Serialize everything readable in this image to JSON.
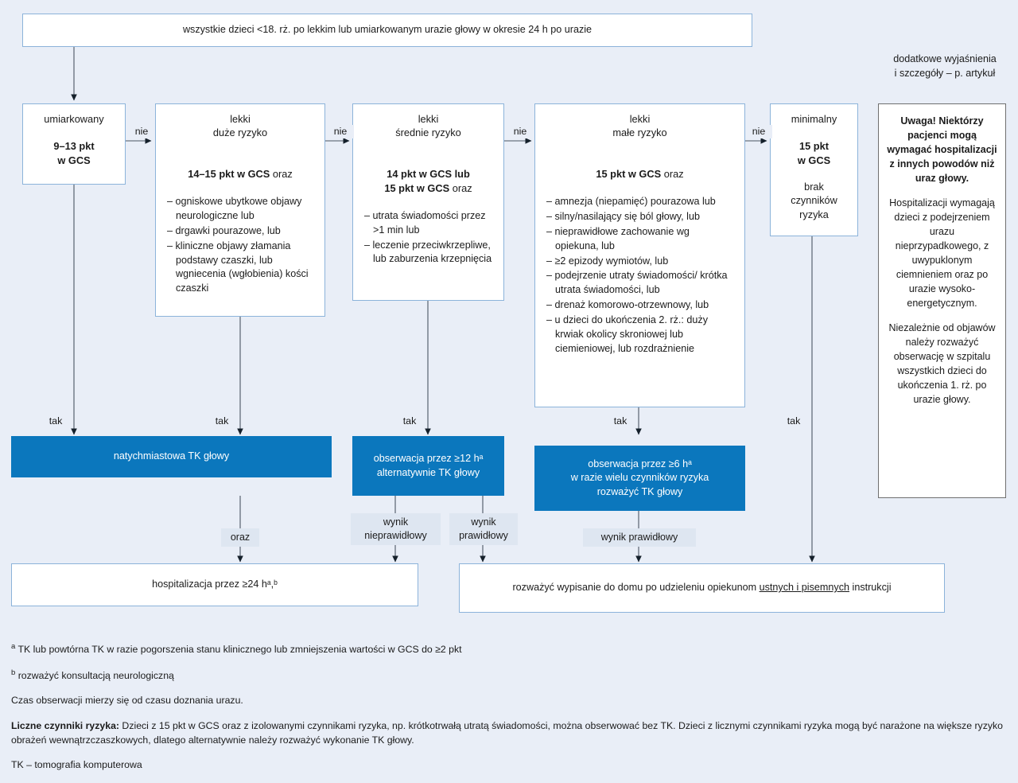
{
  "top": {
    "entry_box": "wszystkie dzieci <18. rż. po lekkim lub umiarkowanym urazie głowy w okresie 24 h po urazie",
    "side_note": "dodatkowe wyjaśnienia\ni szczegóły – p. artykuł"
  },
  "colors": {
    "accent_blue": "#0b77bd",
    "background": "#e9eef7",
    "box_border": "#8cb3da",
    "chip_background": "#dee6f1",
    "note_border": "#6f6f6f"
  },
  "severity": [
    {
      "id": "umiarkowany",
      "header": "umiarkowany",
      "criteria": "9–13 pkt\nw GCS",
      "criteria_light": "",
      "bullets": []
    },
    {
      "id": "lekki-duze-ryzyko",
      "header": "lekki\nduże ryzyko",
      "criteria": "14–15 pkt w GCS ",
      "criteria_light": "oraz",
      "bullets": [
        "– ogniskowe ubytkowe objawy neurologiczne lub",
        "– drgawki pourazowe, lub",
        "– kliniczne objawy złamania podstawy czaszki, lub wgniecenia (wgłobienia) kości czaszki"
      ]
    },
    {
      "id": "lekki-srednie-ryzyko",
      "header": "lekki\nśrednie ryzyko",
      "criteria": "14 pkt w GCS lub\n15 pkt w GCS ",
      "criteria_light": "oraz",
      "bullets": [
        "– utrata świadomości przez >1 min lub",
        "– leczenie przeciw­krzepliwe, lub zaburzenia krzepnięcia"
      ]
    },
    {
      "id": "lekki-male-ryzyko",
      "header": "lekki\nmałe ryzyko",
      "criteria": "15 pkt w GCS ",
      "criteria_light": "oraz",
      "bullets": [
        "– amnezja (niepamięć) pourazowa lub",
        "– silny/nasilający się ból głowy, lub",
        "– nieprawidłowe zachowanie wg opiekuna, lub",
        "– ≥2 epizody wymiotów, lub",
        "– podejrzenie utraty świadomości/ krótka utrata świadomości, lub",
        "– drenaż komorowo-otrzewnowy, lub",
        "– u dzieci do ukończenia 2. rż.: duży krwiak okolicy skroniowej lub ciemieniowej, lub rozdrażnienie"
      ]
    },
    {
      "id": "minimalny",
      "header": "minimalny",
      "criteria": "15 pkt\nw GCS",
      "criteria_light": "",
      "plain": "brak\nczynników\nryzyka",
      "bullets": []
    }
  ],
  "warning_box": {
    "bold_part": "Uwaga! Niektórzy pacjenci mogą wymagać hospitalizacji z innych powodów niż uraz głowy.",
    "paragraph_2": "Hospitalizacji wymagają dzieci z podejrzeniem urazu nieprzypadkowego, z uwypuklonym ciemnieniem oraz po urazie wysoko-energetycznym.",
    "paragraph_3": "Niezależnie od objawów należy rozważyć obserwację w szpitalu wszystkich dzieci do ukończenia 1. rż. po urazie głowy."
  },
  "edge_labels": {
    "nie": "nie",
    "tak": "tak",
    "oraz": "oraz",
    "wynik_nieprawidlowy": "wynik\nnieprawidłowy",
    "wynik_prawidlowy": "wynik\nprawidłowy",
    "wynik_prawidlowy_single": "wynik prawidłowy"
  },
  "actions": [
    {
      "id": "natychmiastowa-tk",
      "label": "natychmiastowa TK głowy"
    },
    {
      "id": "obserwacja-12h",
      "label": "obserwacja przez ≥12 hᵃ\nalternatywnie TK głowy"
    },
    {
      "id": "obserwacja-6h",
      "label": "obserwacja przez ≥6 hᵃ\nw razie wielu czynników ryzyka\nrozważyć TK głowy"
    }
  ],
  "outcomes": [
    {
      "id": "hospitalizacja",
      "label": "hospitalizacja przez ≥24 hᵃ,ᵇ"
    },
    {
      "id": "wypisanie",
      "label_pre": "rozważyć wypisanie do domu po udzieleniu opiekunom ",
      "label_underline": "ustnych i pisemnych",
      "label_post": " instrukcji"
    }
  ],
  "footnotes": {
    "a_marker": "a",
    "a_text": " TK lub powtórna TK w razie pogorszenia stanu klinicznego lub zmniejszenia wartości w GCS do ≥2 pkt",
    "b_marker": "b",
    "b_text": " rozważyć konsultacją neurologiczną",
    "line_3": "Czas obserwacji mierzy się od czasu doznania urazu.",
    "line_4_bold": "Liczne czynniki ryzyka:",
    "line_4_text": " Dzieci z 15 pkt w GCS oraz z izolowanymi czynnikami ryzyka, np. krótkotrwałą utratą świadomości, można obserwować bez TK. Dzieci z licznymi czynnikami ryzyka mogą być narażone na większe ryzyko obrażeń wewnątrzczaszkowych, dlatego alternatywnie należy rozważyć wykonanie TK głowy.",
    "line_5": "TK – tomografia komputerowa"
  }
}
